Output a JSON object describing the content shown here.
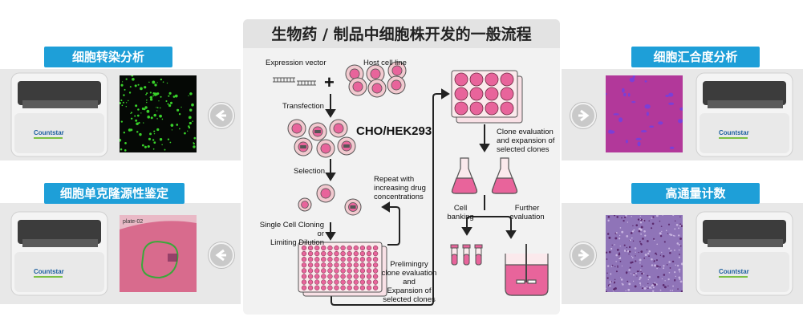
{
  "title": "生物药 / 制品中细胞株开发的一般流程",
  "side_tags": {
    "top_left": "细胞转染分析",
    "bottom_left": "细胞单克隆源性鉴定",
    "top_right": "细胞汇合度分析",
    "bottom_right": "高通量计数"
  },
  "device": {
    "brand": "Countstar"
  },
  "micro": {
    "plate_label": "plate-02"
  },
  "workflow": {
    "expression_vector": "Expression vector",
    "host_cell_line": "Host cell line",
    "transfection": "Transfection",
    "cell_line_name": "CHO/HEK293",
    "selection": "Selection",
    "repeat": [
      "Repeat with",
      "increasing drug",
      "concentrations"
    ],
    "single_cell": [
      "Single Cell  Cloning or",
      "Limiting Dilution"
    ],
    "preliminary": [
      "Prelimingry",
      "clone evaluation",
      "and",
      "Expansion of",
      "selected clones"
    ],
    "clone_eval": [
      "Clone evaluation",
      "and expansion of",
      "selected clones"
    ],
    "cell_banking": [
      "Cell",
      "banking"
    ],
    "further_eval": [
      "Further",
      "evaluation"
    ],
    "plus": "+"
  },
  "colors": {
    "accent_blue": "#1e9fd8",
    "cell_pink": "#e8649b",
    "cell_light": "#f2c9cf",
    "green_fluor": "#39d12a",
    "magenta_bg": "#b2389a"
  }
}
